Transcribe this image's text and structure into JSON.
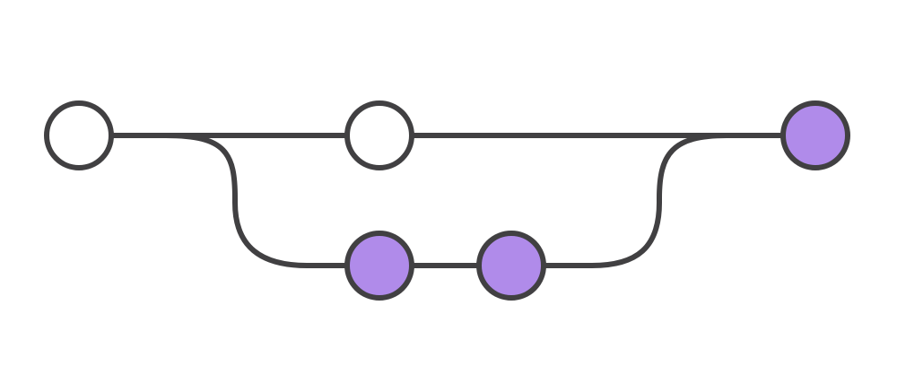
{
  "diagram": {
    "type": "git-branch-graph",
    "colors": {
      "background": "#ffffff",
      "stroke": "#414042",
      "commit_main": "#ffffff",
      "commit_branch": "#b08bea"
    },
    "lanes": [
      "main",
      "feature"
    ],
    "commits": [
      {
        "id": "c1",
        "lane": "main",
        "order": 0,
        "filled": false
      },
      {
        "id": "c2",
        "lane": "main",
        "order": 2,
        "filled": false
      },
      {
        "id": "f1",
        "lane": "feature",
        "order": 2,
        "filled": true
      },
      {
        "id": "f2",
        "lane": "feature",
        "order": 3,
        "filled": true
      },
      {
        "id": "m1",
        "lane": "main",
        "order": 6,
        "filled": true
      }
    ],
    "connections": [
      {
        "from": "c1",
        "to": "c2",
        "kind": "straight"
      },
      {
        "from": "c2",
        "to": "m1",
        "kind": "straight"
      },
      {
        "from": "c1",
        "to": "f1",
        "kind": "branch-out"
      },
      {
        "from": "f1",
        "to": "f2",
        "kind": "straight"
      },
      {
        "from": "f2",
        "to": "m1",
        "kind": "merge-in"
      }
    ]
  }
}
